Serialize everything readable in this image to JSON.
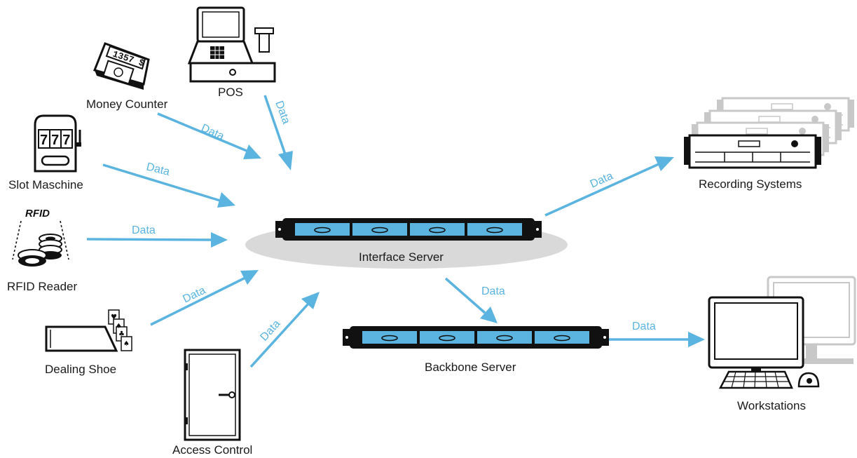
{
  "nodes": {
    "pos": "POS",
    "money_counter": "Money Counter",
    "money_counter_display": "1357 $",
    "slot_machine": "Slot Maschine",
    "slot_machine_reels": "777",
    "rfid_reader": "RFID Reader",
    "rfid_logo": "RFID",
    "dealing_shoe": "Dealing Shoe",
    "access_control": "Access Control",
    "interface_server": "Interface Server",
    "backbone_server": "Backbone Server",
    "recording_systems": "Recording Systems",
    "workstations": "Workstations"
  },
  "flows": {
    "pos_to_interface": "Data",
    "money_counter_to_interface": "Data",
    "slot_to_interface": "Data",
    "rfid_to_interface": "Data",
    "shoe_to_interface": "Data",
    "access_to_interface": "Data",
    "interface_to_recording": "Data",
    "interface_to_backbone": "Data",
    "backbone_to_workstations": "Data"
  },
  "colors": {
    "arrow": "#5ab4df",
    "server_panel": "#5ab4df",
    "server_shadow": "#d9d9d9",
    "ghost_device": "#c8c8c8"
  }
}
